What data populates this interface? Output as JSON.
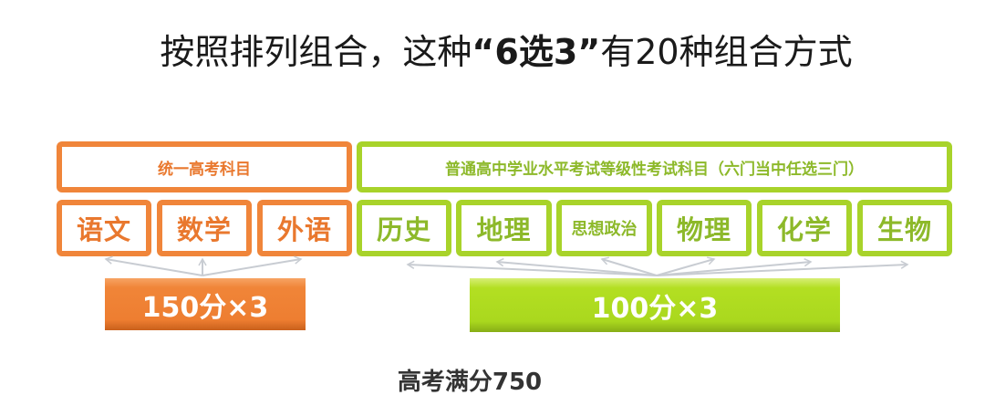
{
  "title": {
    "prefix": "按照排列组合，这种",
    "highlight": "“6选3”",
    "suffix": "有20种组合方式"
  },
  "unified_exam": {
    "header": "统一高考科目",
    "subjects": [
      "语文",
      "数学",
      "外语"
    ],
    "score": "150分×3",
    "color": "#F0853A"
  },
  "academic_level_exam": {
    "header": "普通高中学业水平考试等级性考试科目（六门当中任选三门）",
    "subjects": [
      "历史",
      "地理",
      "思想政治",
      "物理",
      "化学",
      "生物"
    ],
    "score": "100分×3",
    "color": "#A8D32A"
  },
  "total": "高考满分750"
}
